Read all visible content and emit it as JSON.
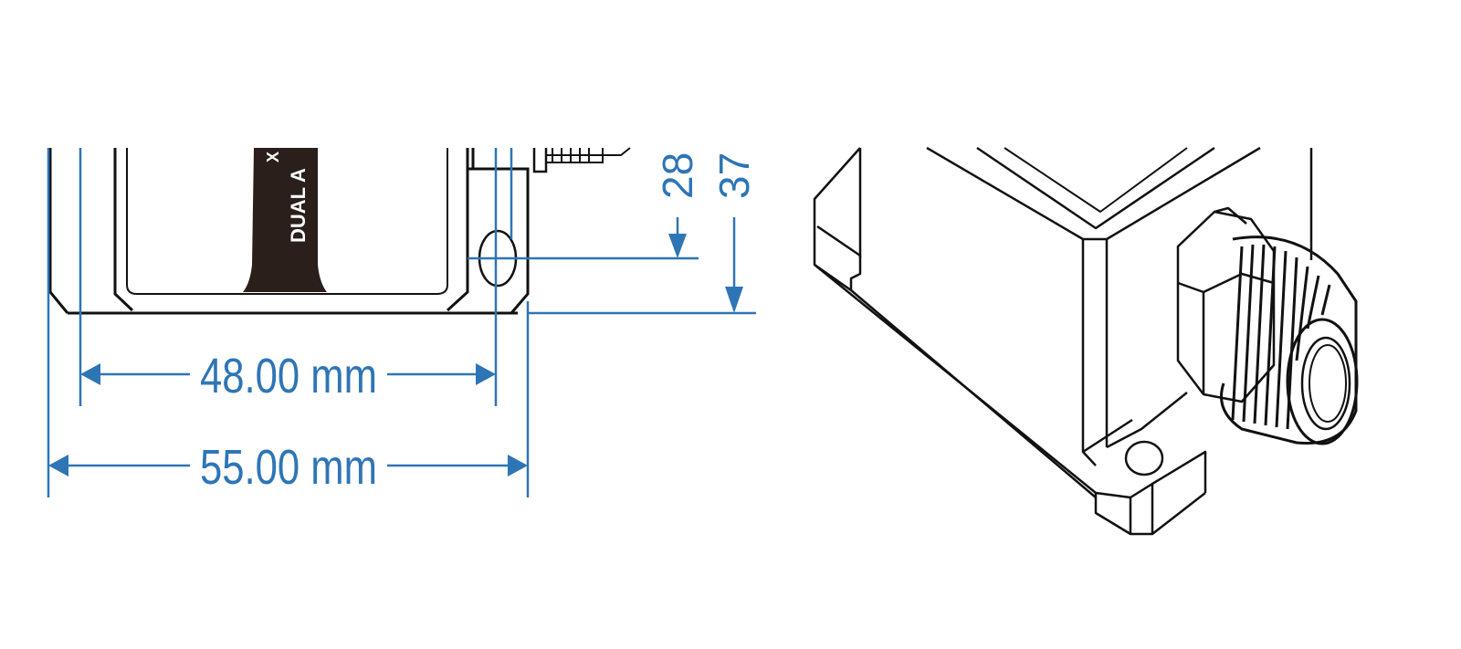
{
  "dimensions": {
    "width_inner": {
      "value": 48.0,
      "unit": "mm",
      "label": "48.00 mm"
    },
    "width_outer": {
      "value": 55.0,
      "unit": "mm",
      "label": "55.00 mm"
    },
    "height_hole": {
      "value_text": "28",
      "label": "28"
    },
    "height_total": {
      "value_text": "37",
      "label": "37"
    }
  },
  "product_label": {
    "text": "DUAL A",
    "top_char": "X"
  },
  "colors": {
    "dimension": "#2e75b6",
    "outline": "#111111",
    "label_band": "#2a1f1b",
    "background": "#ffffff"
  }
}
